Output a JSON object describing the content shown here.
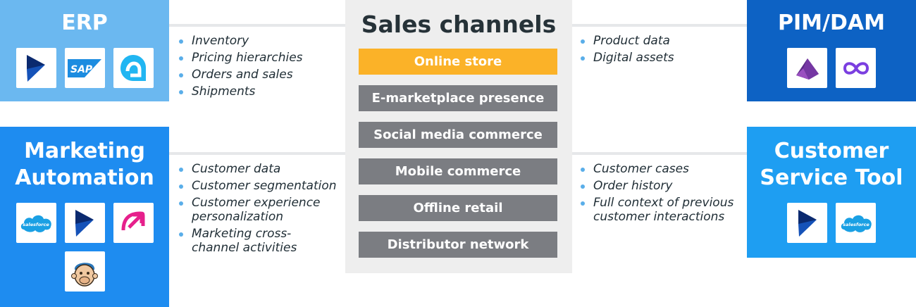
{
  "colors": {
    "erp_bg": "#6bb8f0",
    "marketing_bg": "#1e8cf0",
    "pim_bg": "#0d62c4",
    "service_bg": "#1e9ef2",
    "channel_active": "#fbb228",
    "channel_default": "#7b7d82",
    "bullet": "#5aaee9",
    "panel_bg": "#eeeeee"
  },
  "erp": {
    "title": "ERP",
    "logos": [
      "dynamics-logo",
      "sap-logo",
      "airtable-style-logo"
    ],
    "items": [
      "Inventory",
      "Pricing hierarchies",
      "Orders and sales",
      "Shipments"
    ]
  },
  "marketing": {
    "title_line1": "Marketing",
    "title_line2": "Automation",
    "logos": [
      "salesforce-logo",
      "dynamics-logo",
      "arrow-app-logo",
      "mailchimp-logo"
    ],
    "salesforce_text": "salesforce",
    "items": [
      "Customer data",
      "Customer segmentation",
      "Customer experience personalization",
      "Marketing cross-channel activities"
    ]
  },
  "pim": {
    "title": "PIM/DAM",
    "logos": [
      "akeneo-logo",
      "infinity-logo"
    ],
    "items": [
      "Product data",
      "Digital assets"
    ]
  },
  "service": {
    "title_line1": "Customer",
    "title_line2": "Service Tool",
    "logos": [
      "dynamics-logo",
      "salesforce-logo"
    ],
    "salesforce_text": "salesforce",
    "items": [
      "Customer cases",
      "Order history",
      "Full context of previous customer interactions"
    ]
  },
  "center": {
    "title": "Sales channels",
    "channels": [
      {
        "label": "Online store",
        "active": true
      },
      {
        "label": "E-marketplace presence",
        "active": false
      },
      {
        "label": "Social media commerce",
        "active": false
      },
      {
        "label": "Mobile commerce",
        "active": false
      },
      {
        "label": "Offline retail",
        "active": false
      },
      {
        "label": "Distributor network",
        "active": false
      }
    ]
  }
}
